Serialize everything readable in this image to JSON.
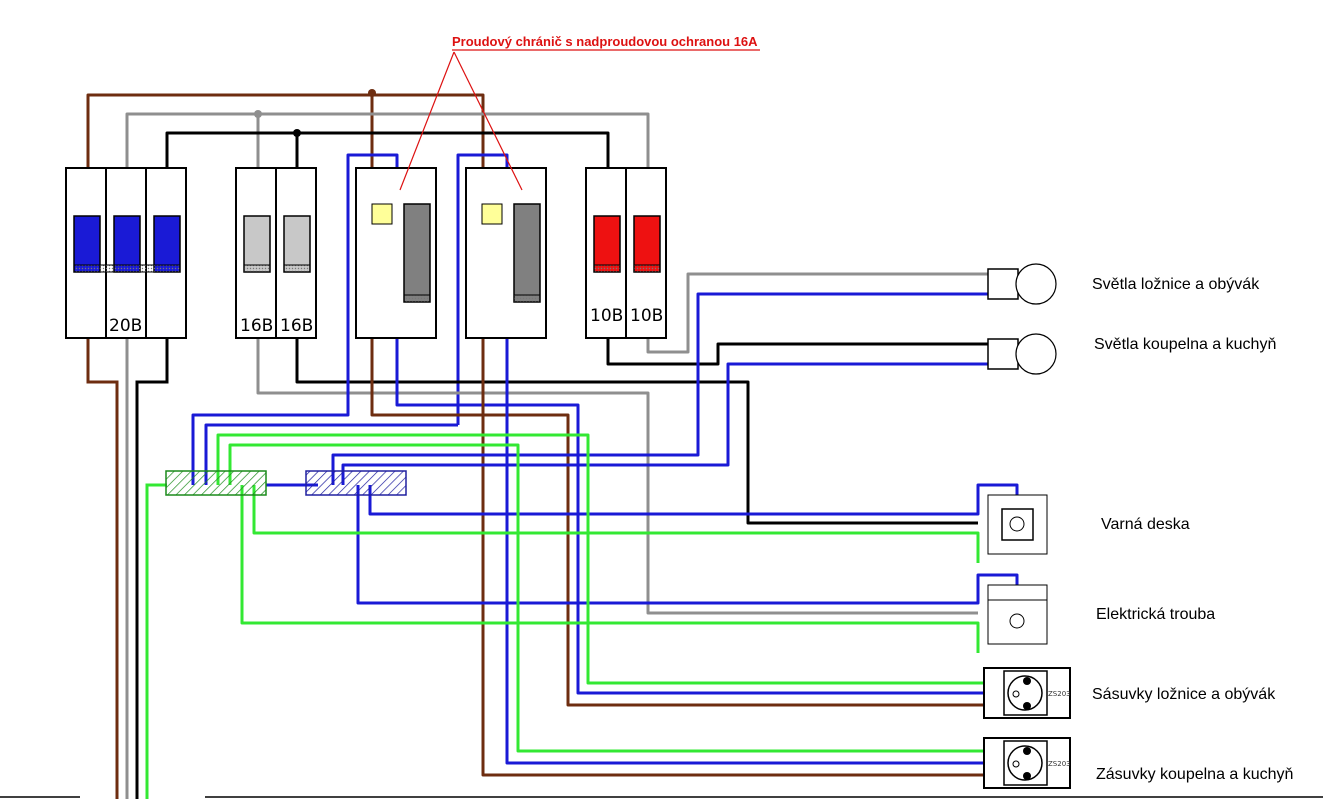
{
  "annotation": {
    "text": "Proudový chránič s nadproudovou ochranou 16A",
    "color": "#dd1111"
  },
  "breakers": {
    "main_rating": "20B",
    "b16_1_rating": "16B",
    "b16_2_rating": "16B",
    "b10_1_rating": "10B",
    "b10_2_rating": "10B"
  },
  "socket_mark": "ZS203",
  "loads": {
    "lights_bedroom": "Světla ložnice a obývák",
    "lights_bathroom": "Světla koupelna a kuchyň",
    "cooktop": "Varná deska",
    "oven": "Elektrická trouba",
    "sockets_bedroom": "Sásuvky ložnice a obývák",
    "sockets_bathroom": "Zásuvky koupelna a kuchyň"
  },
  "wire_colors": {
    "brown": "#6e2d10",
    "grey": "#8f8f8f",
    "black": "#000000",
    "blue": "#1a1ad6",
    "green": "#33e833",
    "red": "#dd1111"
  }
}
